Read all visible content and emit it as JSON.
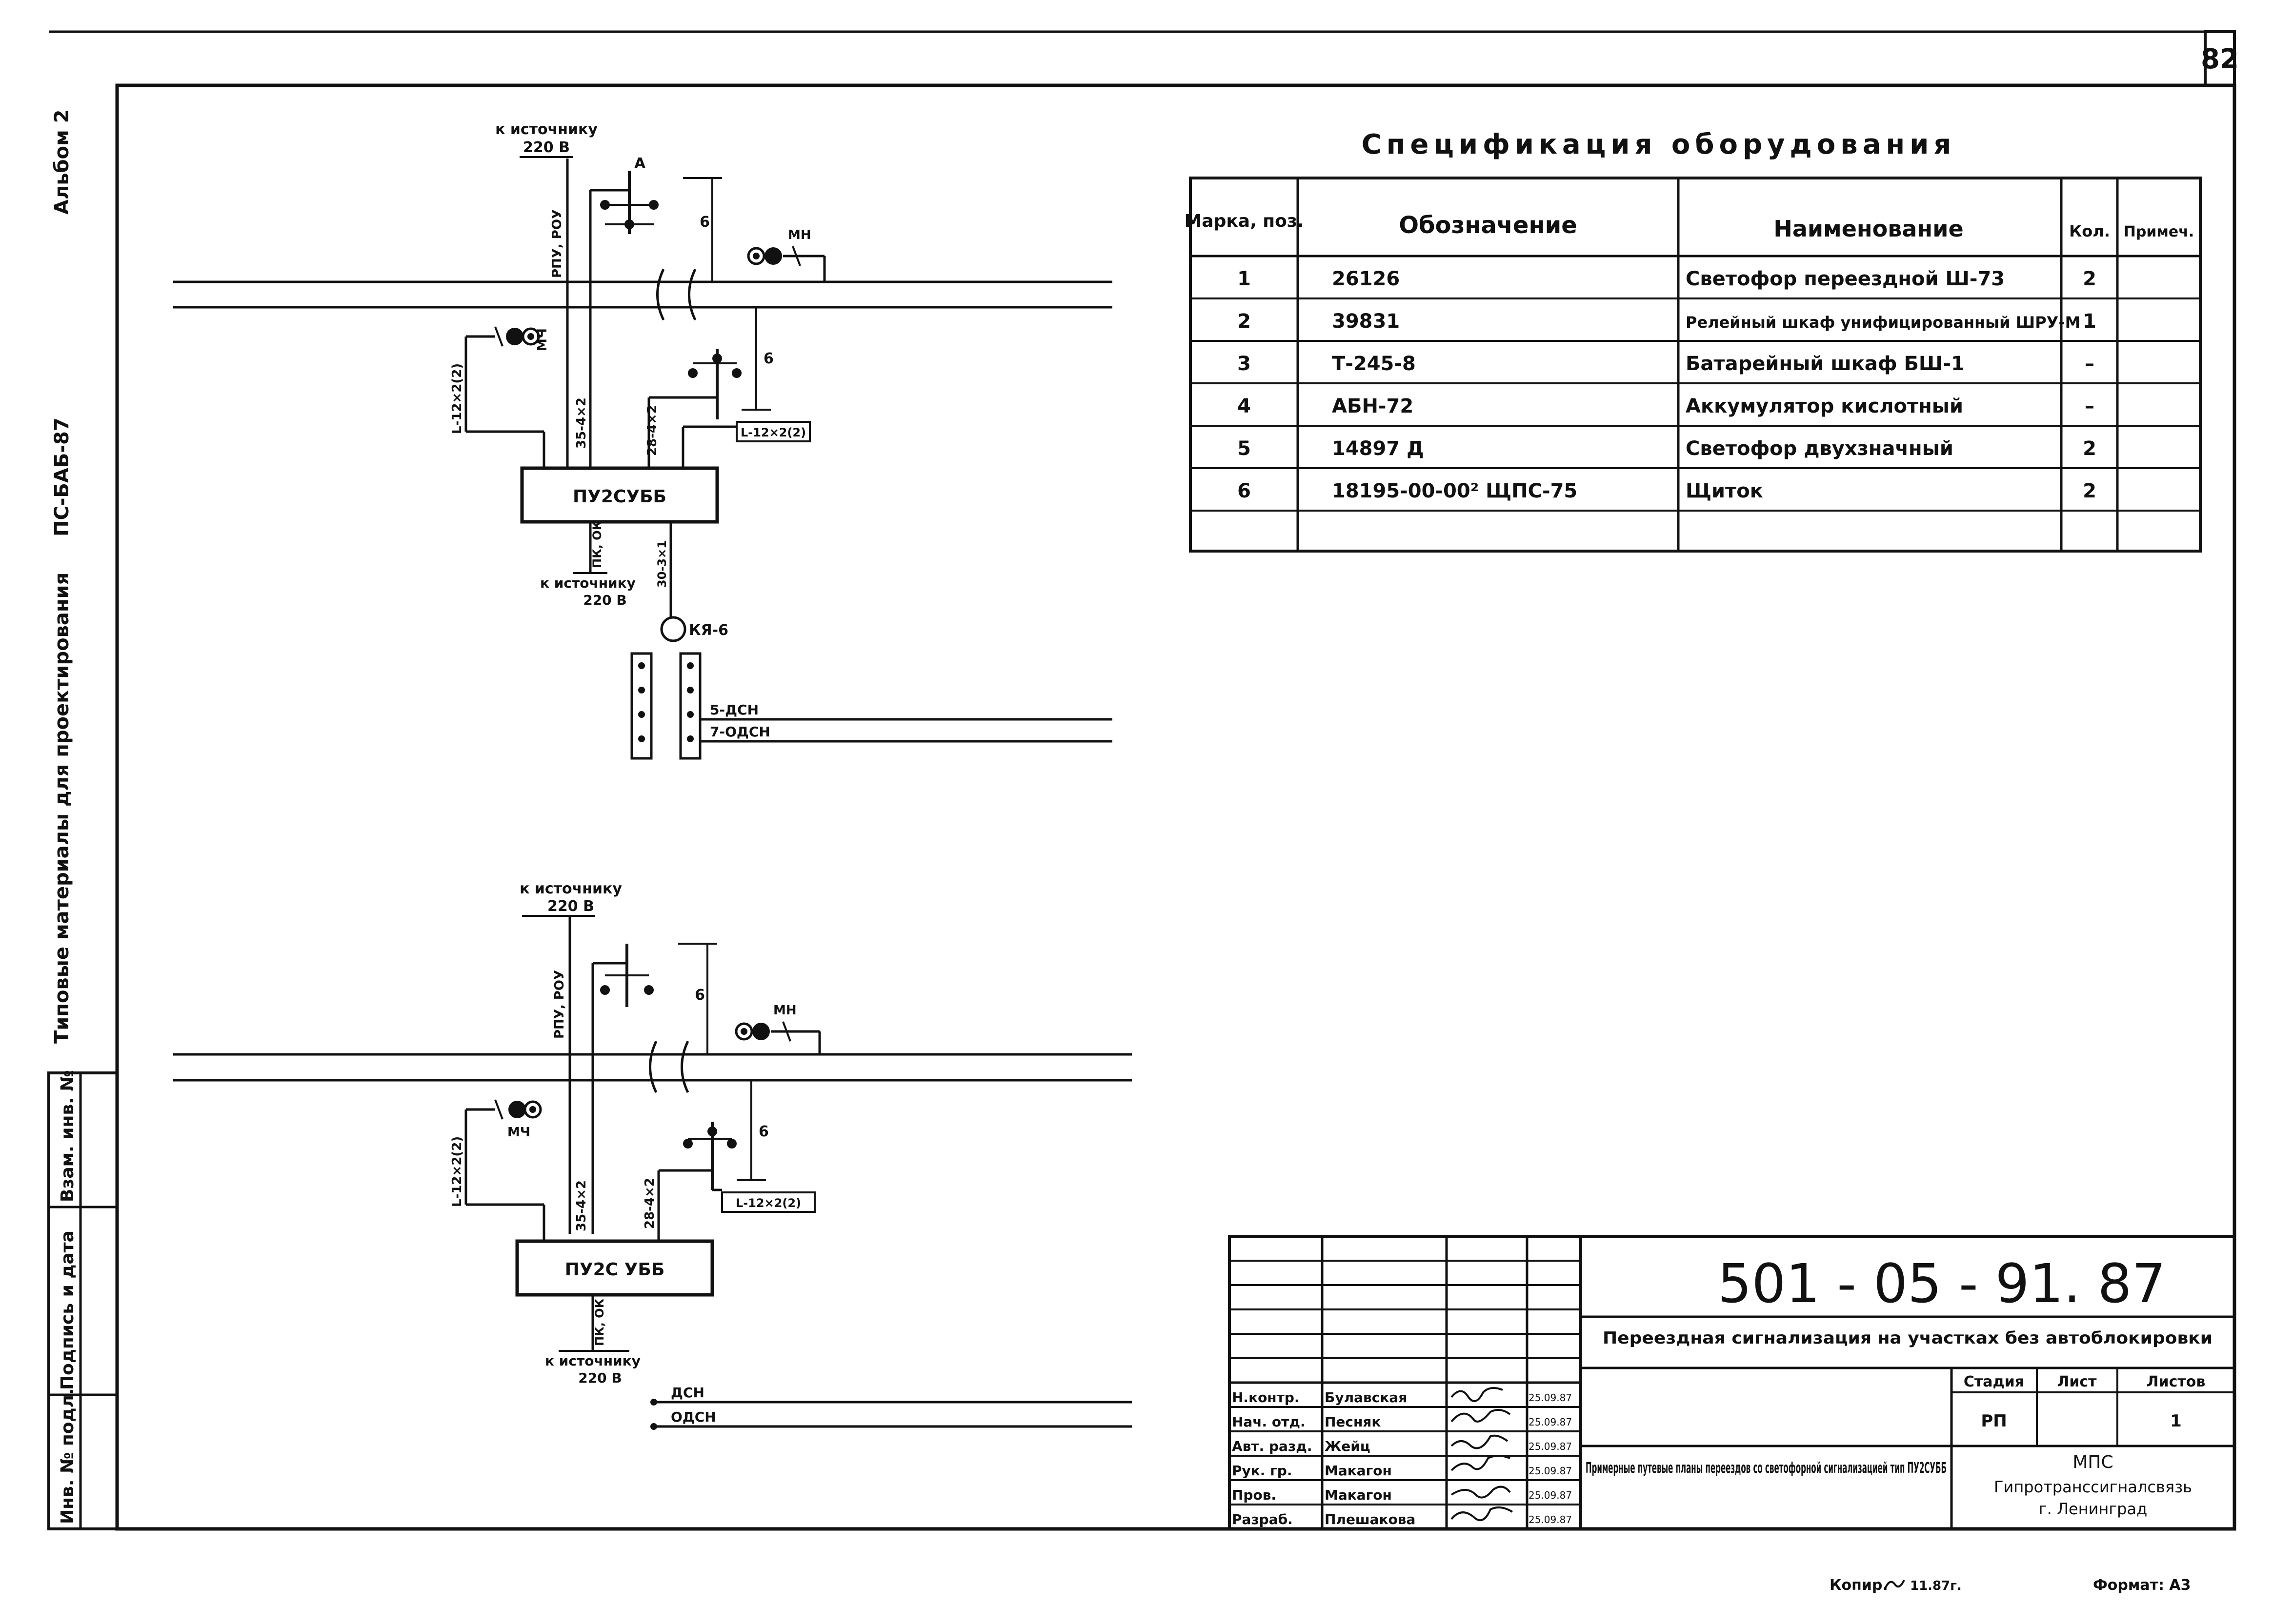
{
  "sheet_number": "82",
  "side_labels": {
    "album": "Альбом 2",
    "series_code": "ПС-БАБ-87",
    "series_title": "Типовые материалы для проектирования",
    "side_stamp": [
      "Инв. № подл.",
      "Подпись и дата",
      "Взам. инв. №"
    ]
  },
  "spec_table": {
    "title": "Спецификация оборудования",
    "headers": [
      "Марка, поз.",
      "Обозначение",
      "Наименование",
      "Кол.",
      "Примеч."
    ],
    "rows": [
      {
        "pos": "1",
        "designation": "26126",
        "name": "Светофор переездной Ш-73",
        "qty": "2",
        "note": ""
      },
      {
        "pos": "2",
        "designation": "39831",
        "name": "Релейный шкаф унифицированный ШРУ-М",
        "qty": "1",
        "note": ""
      },
      {
        "pos": "3",
        "designation": "Т-245-8",
        "name": "Батарейный шкаф БШ-1",
        "qty": "–",
        "note": ""
      },
      {
        "pos": "4",
        "designation": "АБН-72",
        "name": "Аккумулятор кислотный",
        "qty": "–",
        "note": ""
      },
      {
        "pos": "5",
        "designation": "14897 Д",
        "name": "Светофор двухзначный",
        "qty": "2",
        "note": ""
      },
      {
        "pos": "6",
        "designation": "18195-00-00² ЩПС-75",
        "name": "Щиток",
        "qty": "2",
        "note": ""
      }
    ]
  },
  "diagram_top": {
    "source_top": "к источнику",
    "voltage_top": "220 В",
    "label_a": "А",
    "cable_main": "РПУ, РОУ",
    "dim_6a": "6",
    "dim_6b": "6",
    "mn": "МН",
    "mch": "МЧ",
    "cable_l_left": "L-12×2(2)",
    "cable_l_right": "L-12×2(2)",
    "cable_35": "35-4×2",
    "cable_28": "28-4×2",
    "box": "ПУ2СУББ",
    "cable_pk": "ПК, ОК",
    "cable_30": "30-3×1",
    "source_bottom": "к источнику",
    "voltage_bottom": "220 В",
    "ky": "КЯ-6",
    "track_5": "5-ДСН",
    "track_7": "7-ОДСН"
  },
  "diagram_bottom": {
    "source_top": "к источнику",
    "voltage_top": "220 В",
    "cable_main": "РПУ, РОУ",
    "dim_6a": "6",
    "dim_6b": "6",
    "mn": "МН",
    "mch": "МЧ",
    "cable_l_left": "L-12×2(2)",
    "cable_l_right": "L-12×2(2)",
    "cable_35": "35-4×2",
    "cable_28": "28-4×2",
    "box": "ПУ2С УББ",
    "cable_pk": "ПК, ОК",
    "source_bottom": "к источнику",
    "voltage_bottom": "220 В",
    "dsn": "ДСН",
    "odsn": "ОДСН"
  },
  "title_block": {
    "doc_code": "501 - 05 - 91. 87",
    "project_title": "Переездная сигнализация на участках без автоблокировки",
    "sheet_title": "Примерные путевые планы переездов со светофорной сигнализацией тип ПУ2СУББ",
    "col_stage": "Стадия",
    "col_sheet": "Лист",
    "col_sheets": "Листов",
    "stage": "РП",
    "sheet": "",
    "sheets": "1",
    "org_line1": "МПС",
    "org_line2": "Гипротранссигналсвязь",
    "org_line3": "г. Ленинград",
    "people": [
      {
        "role": "Н.контр.",
        "name": "Булавская",
        "date": "25.09.87"
      },
      {
        "role": "Нач. отд.",
        "name": "Песняк",
        "date": "25.09.87"
      },
      {
        "role": "Авт. разд.",
        "name": "Жейц",
        "date": "25.09.87"
      },
      {
        "role": "Рук. гр.",
        "name": "Макагон",
        "date": "25.09.87"
      },
      {
        "role": "Пров.",
        "name": "Макагон",
        "date": "25.09.87"
      },
      {
        "role": "Разраб.",
        "name": "Плешакова",
        "date": "25.09.87"
      }
    ]
  },
  "footer": {
    "copied": "Копир.",
    "copied_date": "11.87г.",
    "format": "Формат: А3"
  }
}
